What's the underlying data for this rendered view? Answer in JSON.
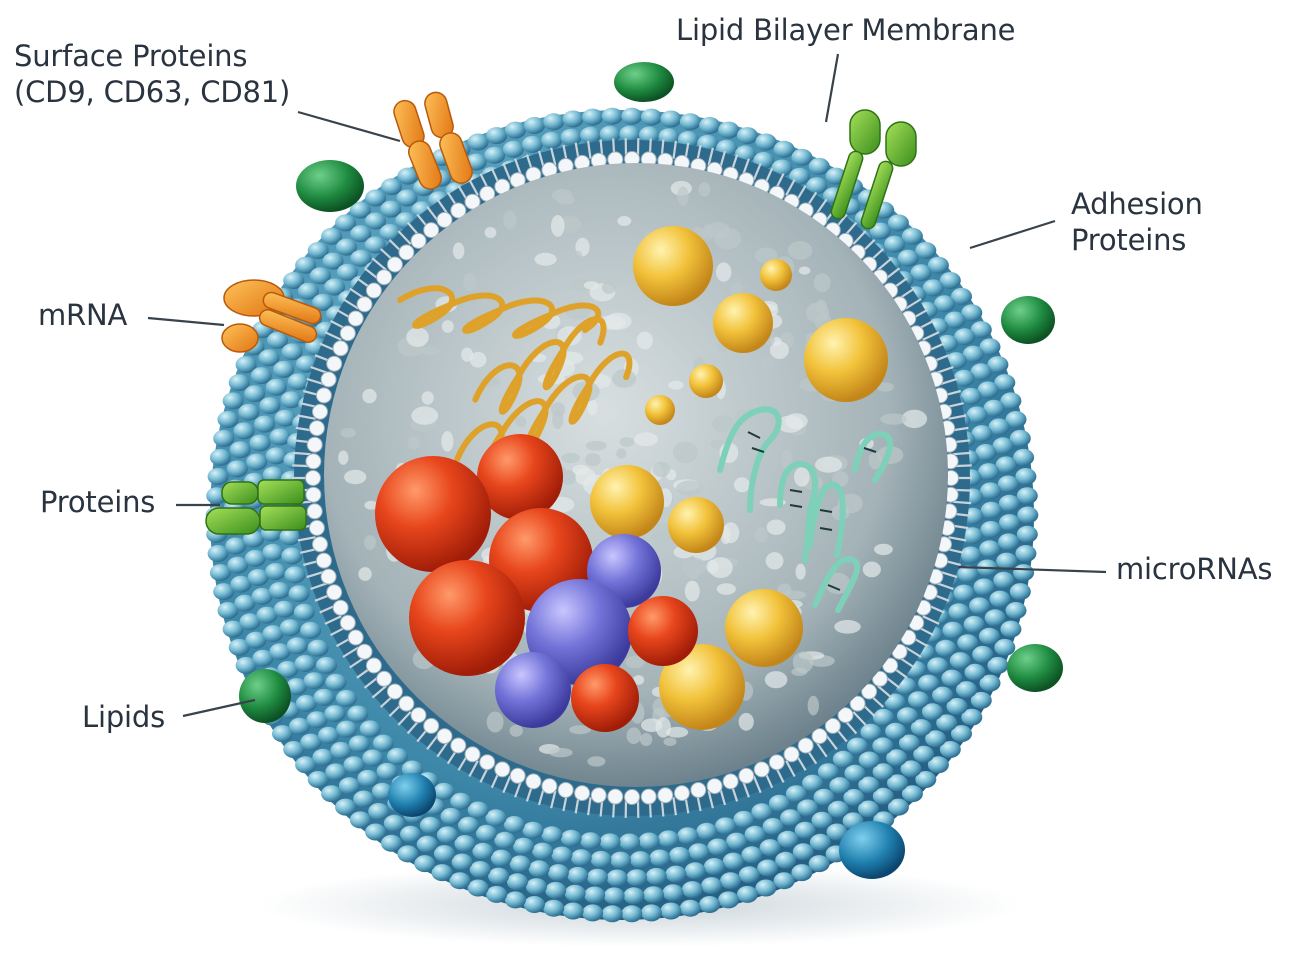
{
  "labels": {
    "surface_proteins": [
      "Surface Proteins",
      "(CD9, CD63, CD81)"
    ],
    "lipid_bilayer": "Lipid Bilayer Membrane",
    "adhesion_proteins": [
      "Adhesion",
      "Proteins"
    ],
    "mrna": "mRNA",
    "proteins": "Proteins",
    "micrornas": "microRNAs",
    "lipids": "Lipids"
  },
  "colors": {
    "outer_bead": "#5aa5c4",
    "outer_bead_light": "#9fd6e6",
    "membrane_dark": "#245a7c",
    "head_white": "#f4f7f9",
    "lumen": "#a9b8bf",
    "orange_protein": "#f08a16",
    "green_protein": "#58a82a",
    "red_sphere": "#e0401c",
    "purple_sphere": "#6f6fd2",
    "yellow_sphere": "#f2c23a",
    "helix": "#e0a82a",
    "mirna": "#7ed0b8",
    "text": "#2a3440"
  }
}
